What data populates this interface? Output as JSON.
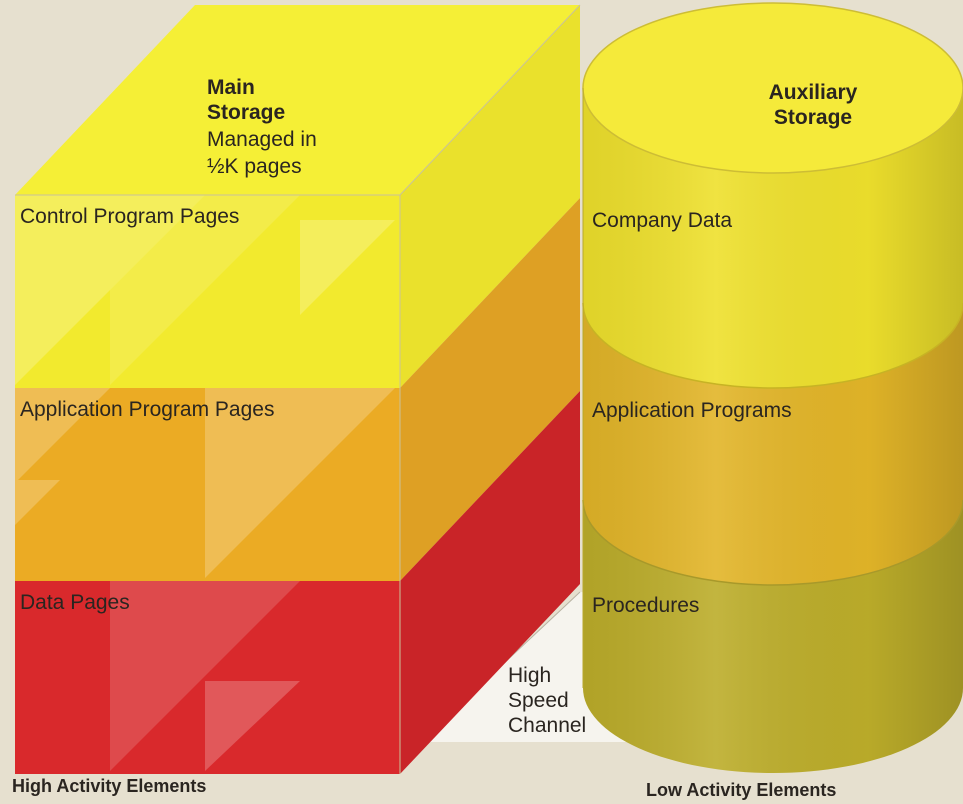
{
  "main_storage": {
    "title_line1": "Main",
    "title_line2": "Storage",
    "subtitle_line1": "Managed in",
    "subtitle_line2": "½K pages",
    "layers": [
      {
        "label": "Control Program Pages",
        "color": "#f4ec2c"
      },
      {
        "label": "Application Program Pages",
        "color": "#ecab22"
      },
      {
        "label": "Data Pages",
        "color": "#d9292c"
      }
    ],
    "footer": "High Activity Elements"
  },
  "auxiliary_storage": {
    "title_line1": "Auxiliary",
    "title_line2": "Storage",
    "layers": [
      {
        "label": "Company Data",
        "color": "#eee02c"
      },
      {
        "label": "Application Programs",
        "color": "#e2b528"
      },
      {
        "label": "Procedures",
        "color": "#bcad2a"
      }
    ],
    "footer": "Low Activity Elements"
  },
  "channel": {
    "line1": "High",
    "line2": "Speed",
    "line3": "Channel"
  }
}
